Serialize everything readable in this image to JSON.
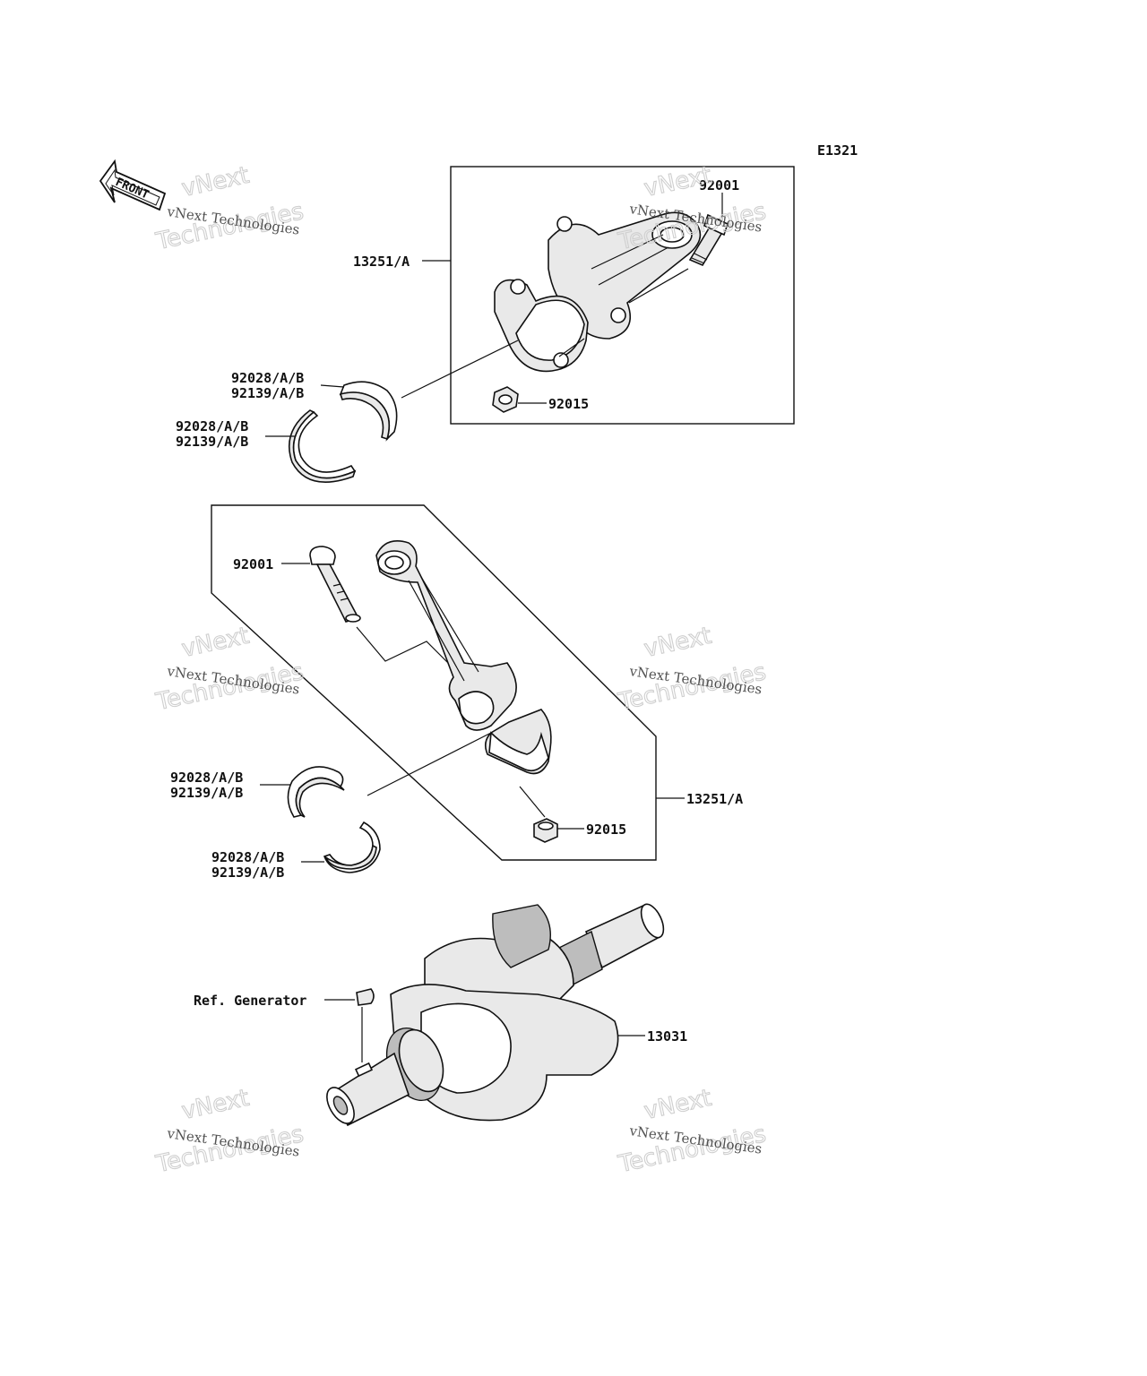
{
  "diagram_code": "E1321",
  "front_label": "FRONT",
  "watermark": {
    "line1": "vNext",
    "line2": "Technologies",
    "small": "vNext Technologies"
  },
  "labels": {
    "top_conrod_assy": "13251/A",
    "top_bolt": "92001",
    "top_nut": "92015",
    "top_bearing_upper_a": "92028/A/B",
    "top_bearing_upper_b": "92139/A/B",
    "top_bearing_lower_a": "92028/A/B",
    "top_bearing_lower_b": "92139/A/B",
    "mid_bolt": "92001",
    "mid_conrod_assy": "13251/A",
    "mid_nut": "92015",
    "mid_bearing_upper_a": "92028/A/B",
    "mid_bearing_upper_b": "92139/A/B",
    "mid_bearing_lower_a": "92028/A/B",
    "mid_bearing_lower_b": "92139/A/B",
    "ref_generator": "Ref. Generator",
    "crankshaft": "13031"
  }
}
